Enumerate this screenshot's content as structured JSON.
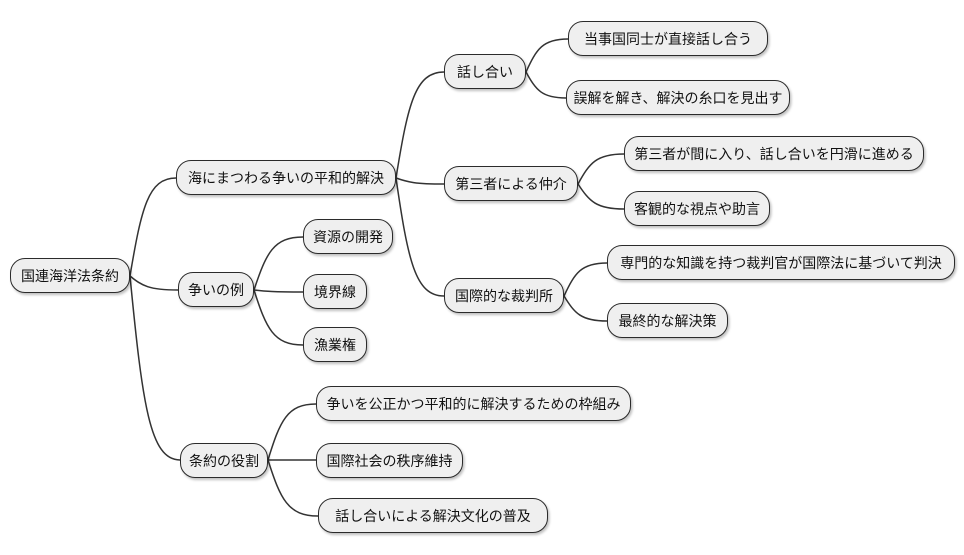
{
  "diagram": {
    "type": "mindmap",
    "orientation": "left-to-right",
    "colors": {
      "node_fill": "#efefef",
      "node_border": "#2b2b2b",
      "edge": "#333333",
      "text": "#111111",
      "background": "#ffffff"
    },
    "root": {
      "label": "国連海洋法条約"
    },
    "branches": [
      {
        "label": "海にまつわる争いの平和的解決",
        "children": [
          {
            "label": "話し合い",
            "children": [
              {
                "label": "当事国同士が直接話し合う"
              },
              {
                "label": "誤解を解き、解決の糸口を見出す"
              }
            ]
          },
          {
            "label": "第三者による仲介",
            "children": [
              {
                "label": "第三者が間に入り、話し合いを円滑に進める"
              },
              {
                "label": "客観的な視点や助言"
              }
            ]
          },
          {
            "label": "国際的な裁判所",
            "children": [
              {
                "label": "専門的な知識を持つ裁判官が国際法に基づいて判決"
              },
              {
                "label": "最終的な解決策"
              }
            ]
          }
        ]
      },
      {
        "label": "争いの例",
        "children": [
          {
            "label": "資源の開発"
          },
          {
            "label": "境界線"
          },
          {
            "label": "漁業権"
          }
        ]
      },
      {
        "label": "条約の役割",
        "children": [
          {
            "label": "争いを公正かつ平和的に解決するための枠組み"
          },
          {
            "label": "国際社会の秩序維持"
          },
          {
            "label": "話し合いによる解決文化の普及"
          }
        ]
      }
    ]
  }
}
